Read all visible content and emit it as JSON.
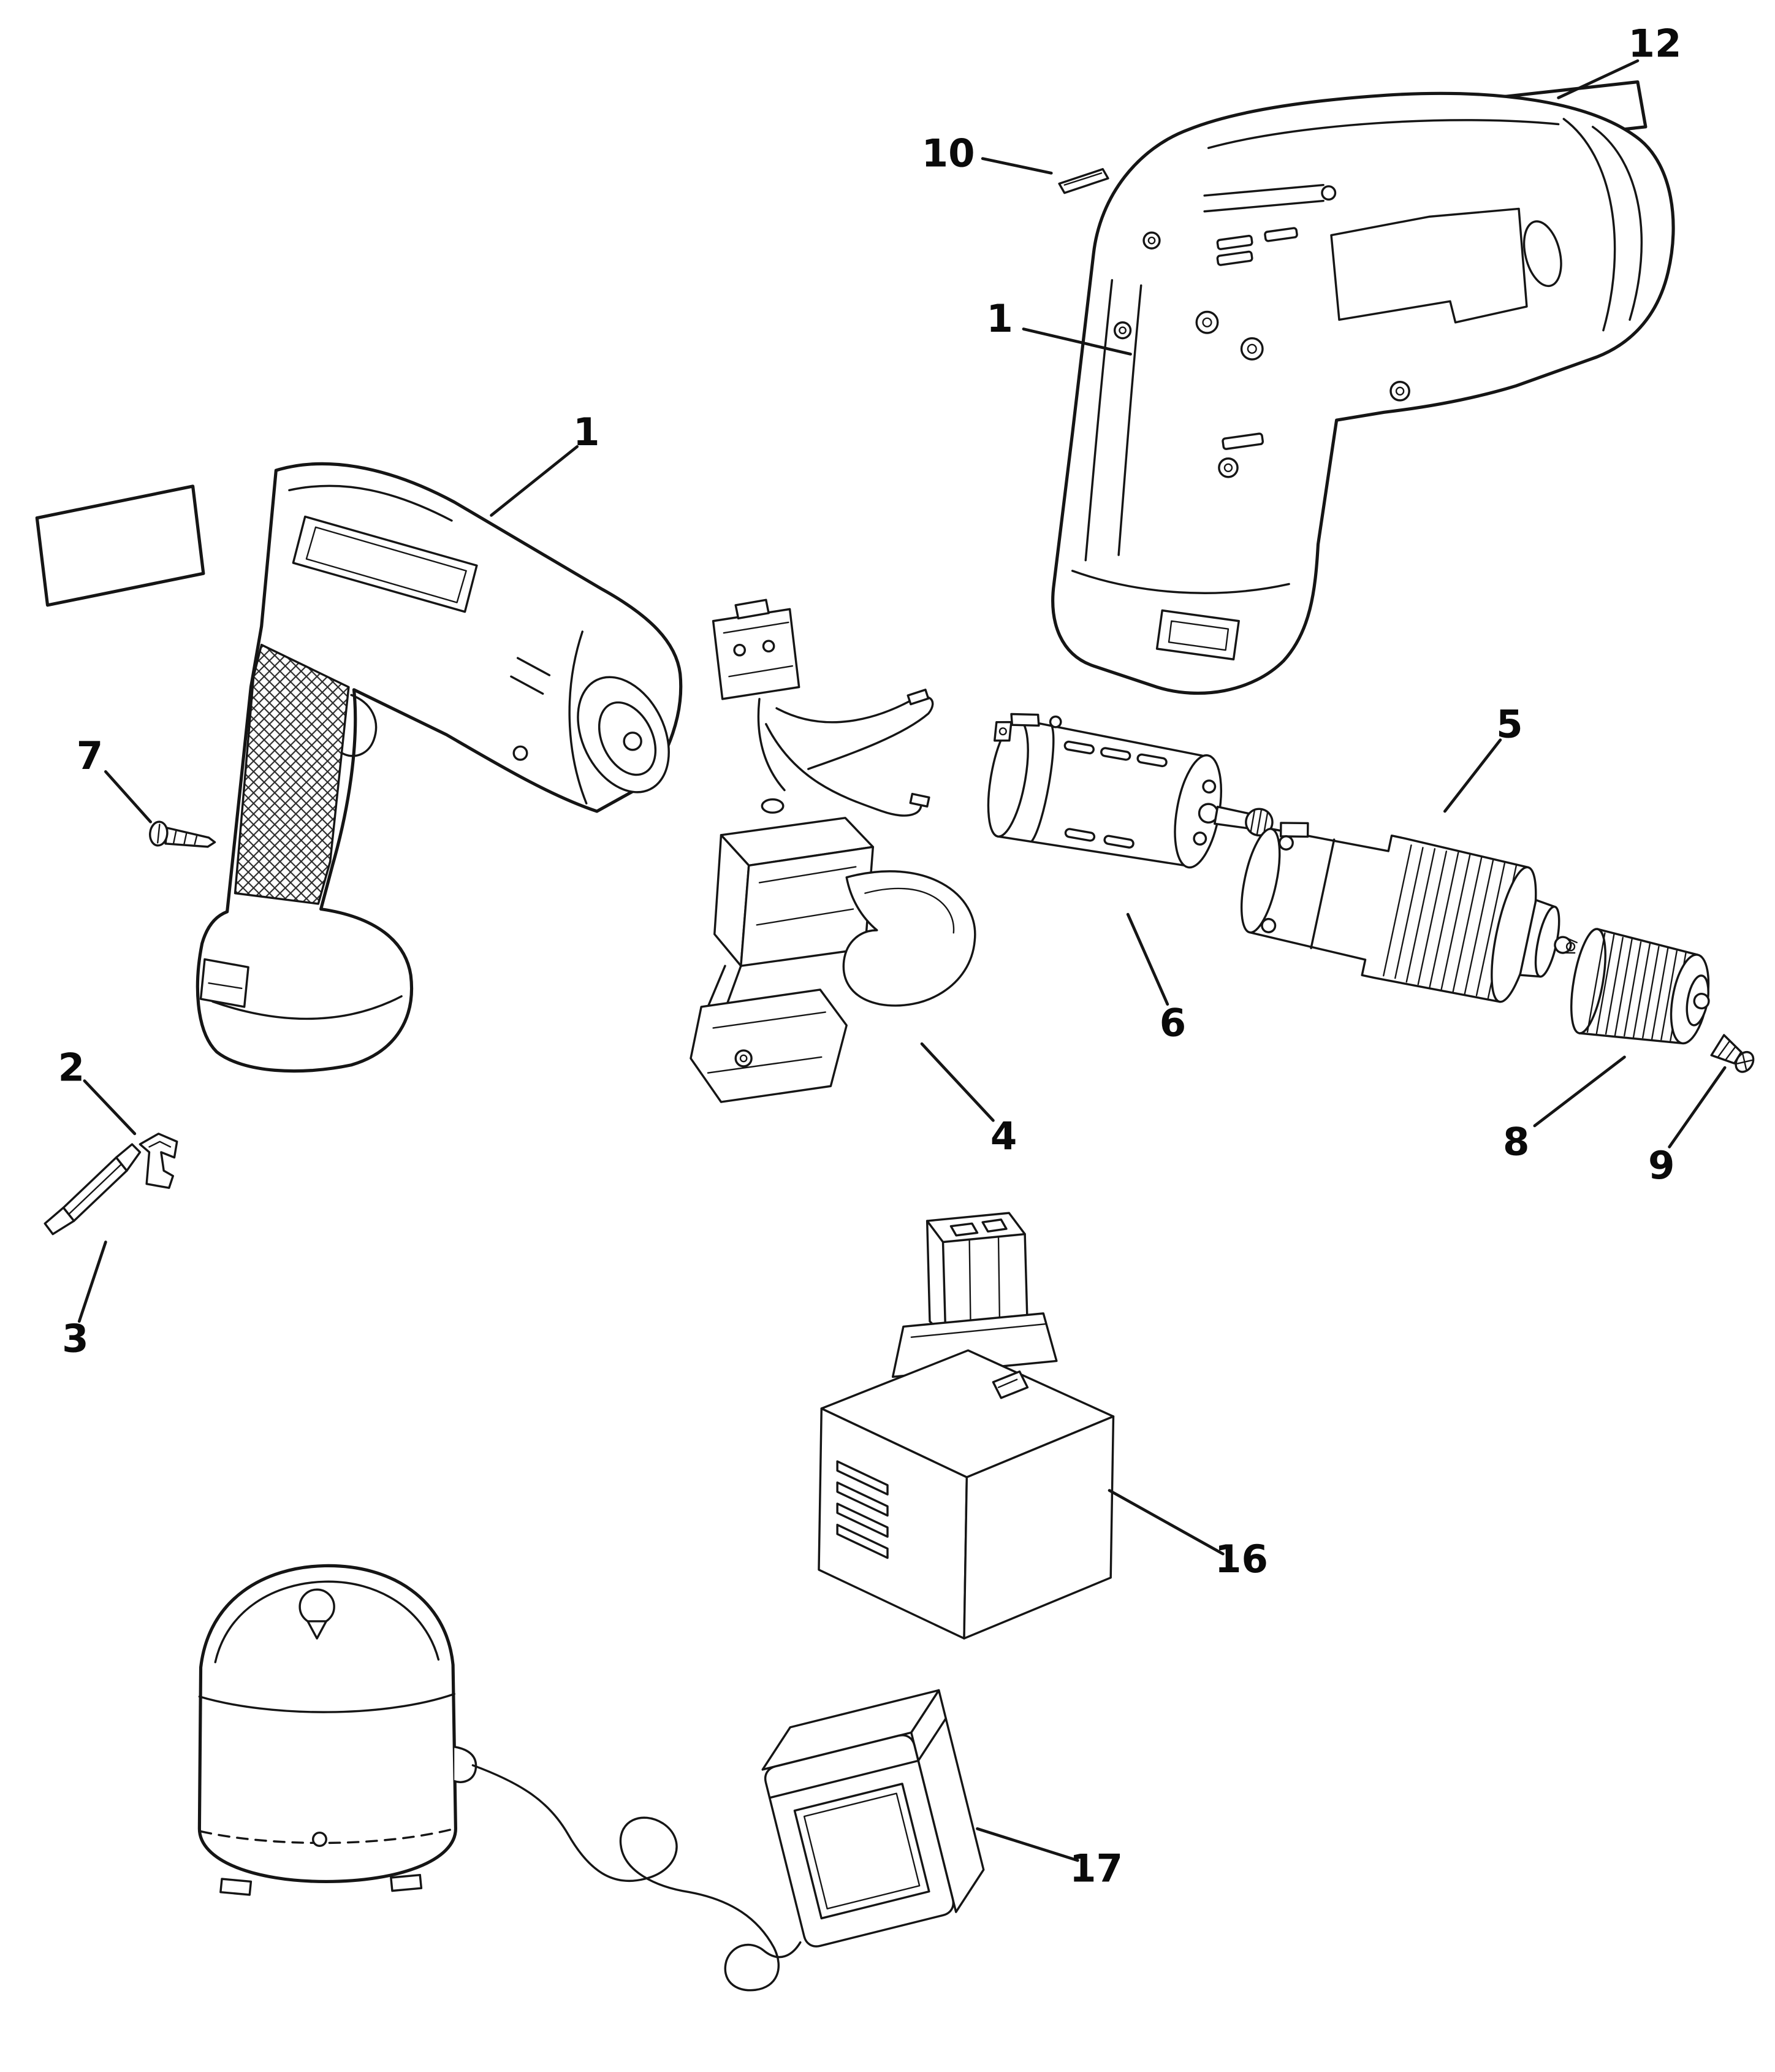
{
  "diagram": {
    "kind": "exploded-parts-diagram",
    "background_color": "#ffffff",
    "line_color": "#151515"
  },
  "callouts": [
    {
      "label": "1"
    },
    {
      "label": "1"
    },
    {
      "label": "2"
    },
    {
      "label": "3"
    },
    {
      "label": "4"
    },
    {
      "label": "5"
    },
    {
      "label": "6"
    },
    {
      "label": "7"
    },
    {
      "label": "8"
    },
    {
      "label": "9"
    },
    {
      "label": "10"
    },
    {
      "label": "12"
    },
    {
      "label": "16"
    },
    {
      "label": "17"
    }
  ]
}
